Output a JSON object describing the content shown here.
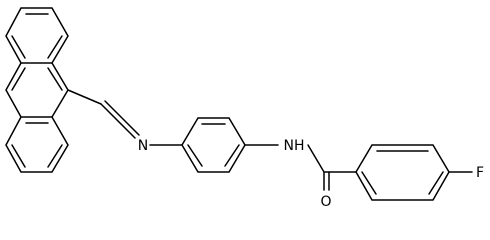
{
  "molecule": {
    "atoms": {
      "imine_n": "N",
      "amide_nh": "NH",
      "carbonyl_o": "O",
      "fluorine": "F"
    }
  }
}
